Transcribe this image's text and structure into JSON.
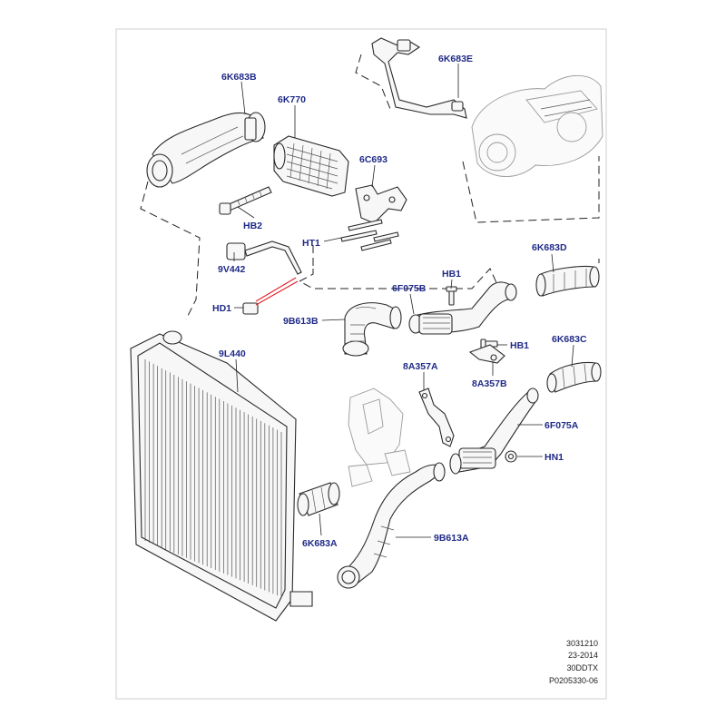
{
  "callouts": {
    "c6K683B": "6K683B",
    "c6K770": "6K770",
    "c6K683E": "6K683E",
    "c6C693": "6C693",
    "cHB2": "HB2",
    "cHT1": "HT1",
    "c6K683D": "6K683D",
    "c9V442": "9V442",
    "cHB1a": "HB1",
    "cHD1": "HD1",
    "c6F075B": "6F075B",
    "c9B613B": "9B613B",
    "c9L440": "9L440",
    "cHB1b": "HB1",
    "c6K683C": "6K683C",
    "c8A357A": "8A357A",
    "c8A357B": "8A357B",
    "c6F075A": "6F075A",
    "cHN1": "HN1",
    "c6K683A": "6K683A",
    "c9B613A": "9B613A"
  },
  "footer": {
    "line1": "3031210",
    "line2": "23-2014",
    "line3": "30DDTX",
    "line4": "P0205330-06"
  },
  "colors": {
    "callout_text": "#1f2a86",
    "highlight_leader": "#e0202a"
  }
}
